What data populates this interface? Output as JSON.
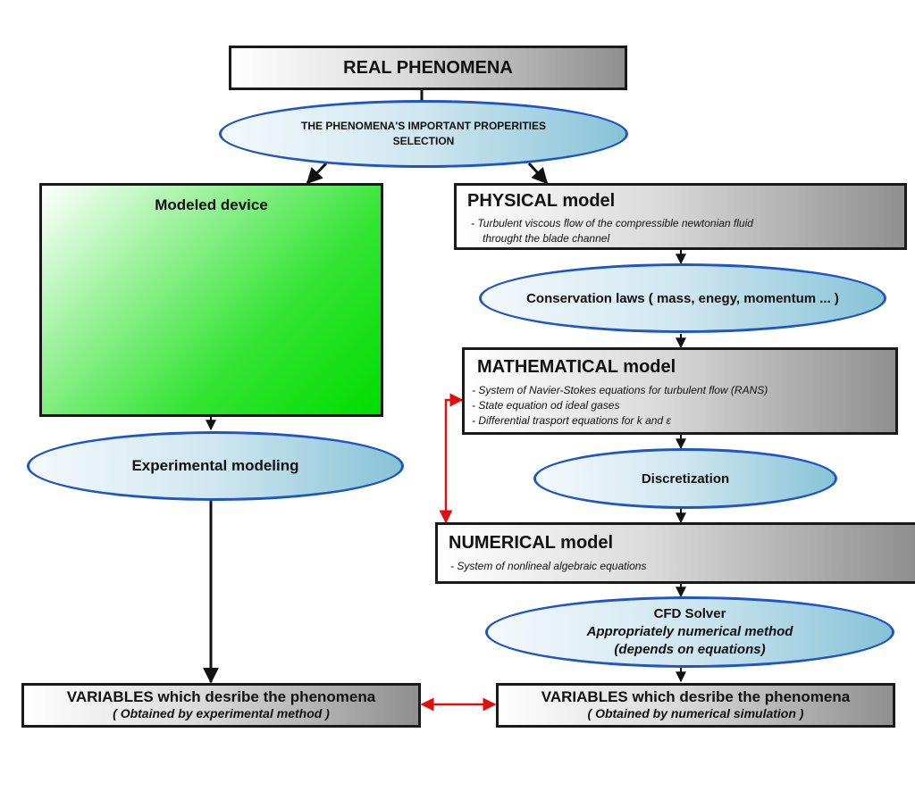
{
  "real_phenomena": {
    "title": "REAL PHENOMENA"
  },
  "selection": {
    "line1": "THE PHENOMENA'S IMPORTANT PROPERITIES",
    "line2": "SELECTION"
  },
  "modeled_device": {
    "title": "Modeled device",
    "fill_color": "#00dd00"
  },
  "experimental_modeling": {
    "label": "Experimental modeling"
  },
  "physical_model": {
    "title": "PHYSICAL model",
    "note_line1": "- Turbulent viscous flow of the compressible newtonian fluid",
    "note_line2": "throught the blade channel"
  },
  "conservation_laws": {
    "label": "Conservation laws ( mass, enegy, momentum ... )"
  },
  "mathematical_model": {
    "title": "MATHEMATICAL model",
    "items": [
      "- System of Navier-Stokes equations for turbulent flow (RANS)",
      "- State equation od ideal gases",
      "- Differential trasport equations for k and ε"
    ]
  },
  "discretization": {
    "label": "Discretization"
  },
  "numerical_model": {
    "title": "NUMERICAL model",
    "note": "- System of nonlineal algebraic equations"
  },
  "cfd_solver": {
    "line1": "CFD Solver",
    "line2": "Appropriately numerical method",
    "line3": "(depends on equations)"
  },
  "variables_experimental": {
    "title": "VARIABLES which desribe the phenomena",
    "subtitle": "( Obtained by experimental method )"
  },
  "variables_numerical": {
    "title": "VARIABLES which desribe the phenomena",
    "subtitle": "( Obtained by numerical simulation )"
  },
  "colors": {
    "ellipse_border": "#1f56c4",
    "box_border": "#1a1a1a",
    "comparison_arrow": "#e01010"
  }
}
